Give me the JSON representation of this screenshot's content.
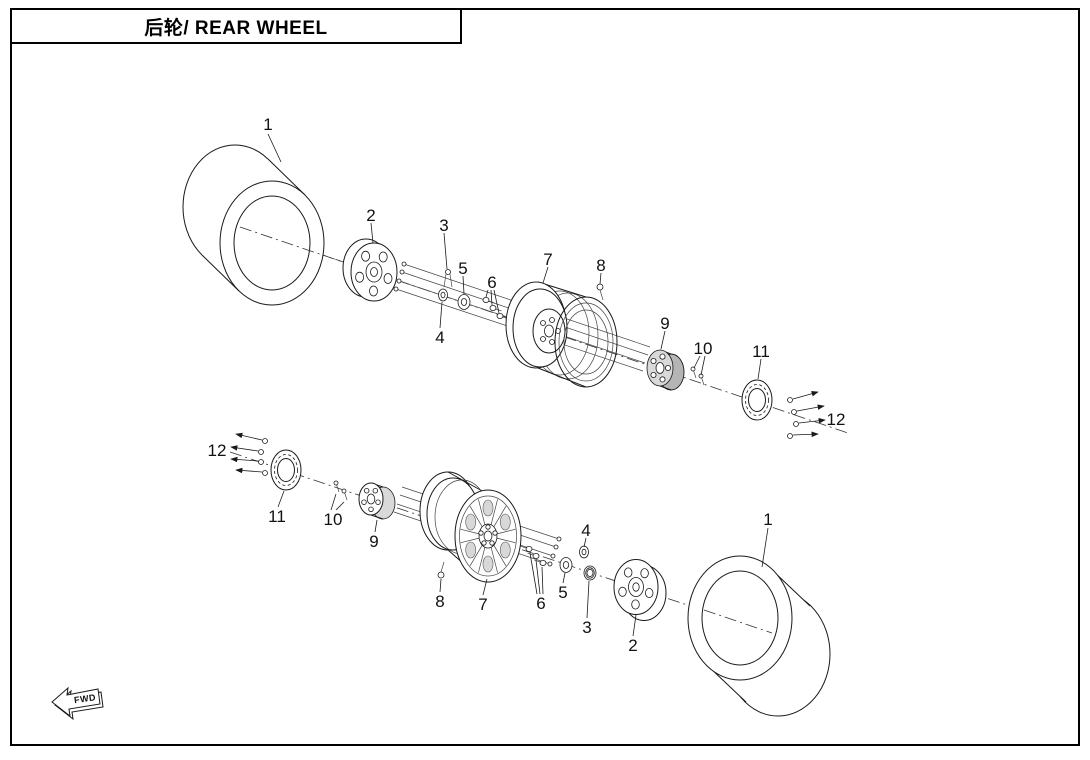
{
  "title": "后轮/ REAR WHEEL",
  "direction_label": "FWD",
  "line_color": "#1a1a1a",
  "callouts": {
    "upper": [
      {
        "label": "1"
      },
      {
        "label": "2"
      },
      {
        "label": "3"
      },
      {
        "label": "4"
      },
      {
        "label": "5"
      },
      {
        "label": "6"
      },
      {
        "label": "7"
      },
      {
        "label": "8"
      },
      {
        "label": "9"
      },
      {
        "label": "10"
      },
      {
        "label": "11"
      },
      {
        "label": "12"
      }
    ],
    "lower": [
      {
        "label": "12"
      },
      {
        "label": "11"
      },
      {
        "label": "10"
      },
      {
        "label": "9"
      },
      {
        "label": "8"
      },
      {
        "label": "7"
      },
      {
        "label": "6"
      },
      {
        "label": "5"
      },
      {
        "label": "4"
      },
      {
        "label": "3"
      },
      {
        "label": "2"
      },
      {
        "label": "1"
      }
    ]
  }
}
